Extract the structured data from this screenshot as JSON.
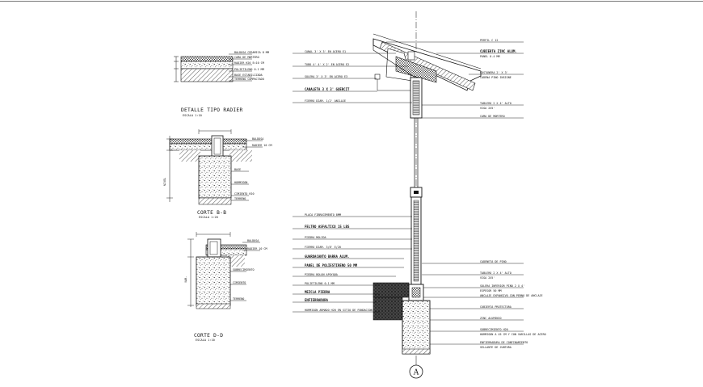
{
  "titles": {
    "radier": "DETALLE TIPO RADIER",
    "radier_scale": "ESCALA 1:10",
    "corte_b": "CORTE B-B",
    "corte_b_scale": "ESCALA 1:20",
    "corte_d": "CORTE D-D",
    "corte_d_scale": "ESCALA 1:10"
  },
  "axis_marker": "A",
  "labels": {
    "left_col": [
      "CANAL 3' X 3' EN ACERO E1",
      "TUBO 4' 4' X 2' EN ACERO E2",
      "SOLERA 3' X 3' EN ACERO E3",
      "CANALETA 3 X 3' GUERCIT",
      "FIERRO DIAM. 1/2' ANCLAJE",
      "PLACA FIBROCEMENTO 8MM",
      "FELTRO ASFALTICO 15 LBS",
      "PIEDRA MOLIDA",
      "FIERRO DIAM. 3/8' E/20",
      "GUARDACANTO BARRA ALUM.",
      "PANEL DE POLIESTIRENO 50 MM",
      "PIEDRA BOLON APOYADA",
      "POLIETILENO 0.1 MM",
      "MEZCLA PIEDRA",
      "ENFIERRADURA",
      "HORMIGON ARMADO H20 EN SITIO DE FUNDACION"
    ],
    "right_col": [
      "PERFIL C 12",
      "CUBIERTA ZINC ALUM.",
      "PANEL 0.4 MM",
      "COSTANERA 2' X 3'",
      "CADENA PINO INSIGNE",
      "TABLERO 2 X 4' ALTO",
      "VIGA 2X5'",
      "CAMA DE MORTERO",
      "CADENETA DE PINO",
      "TABLERO 2 X 4' ALTO",
      "VIGA 2X5'",
      "SOLERA INFERIOR PINO 2 X 4'",
      "ESPESOR 50 MM",
      "ANCLAJE EXPANSIVO CON PERNO DE ANCLAJE",
      "CUBIERTA PROTECTORA",
      "ZINC ALUMINIO",
      "SOBRECIMIENTO H20",
      "HORMIGON A 45 CM Y CON VARILLAS DE ACERO",
      "ENFIERRADURA DE CONFINAMIENTO",
      "SELLANTE DE JUNTURA"
    ],
    "radier": [
      "BALDOSA CERAMICA 8 MM",
      "CAMA DE MORTERO",
      "RADIER H20 E=10 CM",
      "POLIETILENO 0.1 MM",
      "BASE ESTABILIZADA",
      "TERRENO COMPACTADO"
    ],
    "corte_b": [
      "BALDOSA",
      "RADIER 10 CM",
      "BASE",
      "HORMIGON",
      "CIMIENTO H20",
      "TERRENO",
      "NIVEL"
    ],
    "corte_d": [
      "BALDOSA",
      "RADIER 10 CM",
      "SOBRECIMIENTO",
      "CIMIENTO",
      "TERRENO",
      "VAR."
    ]
  }
}
